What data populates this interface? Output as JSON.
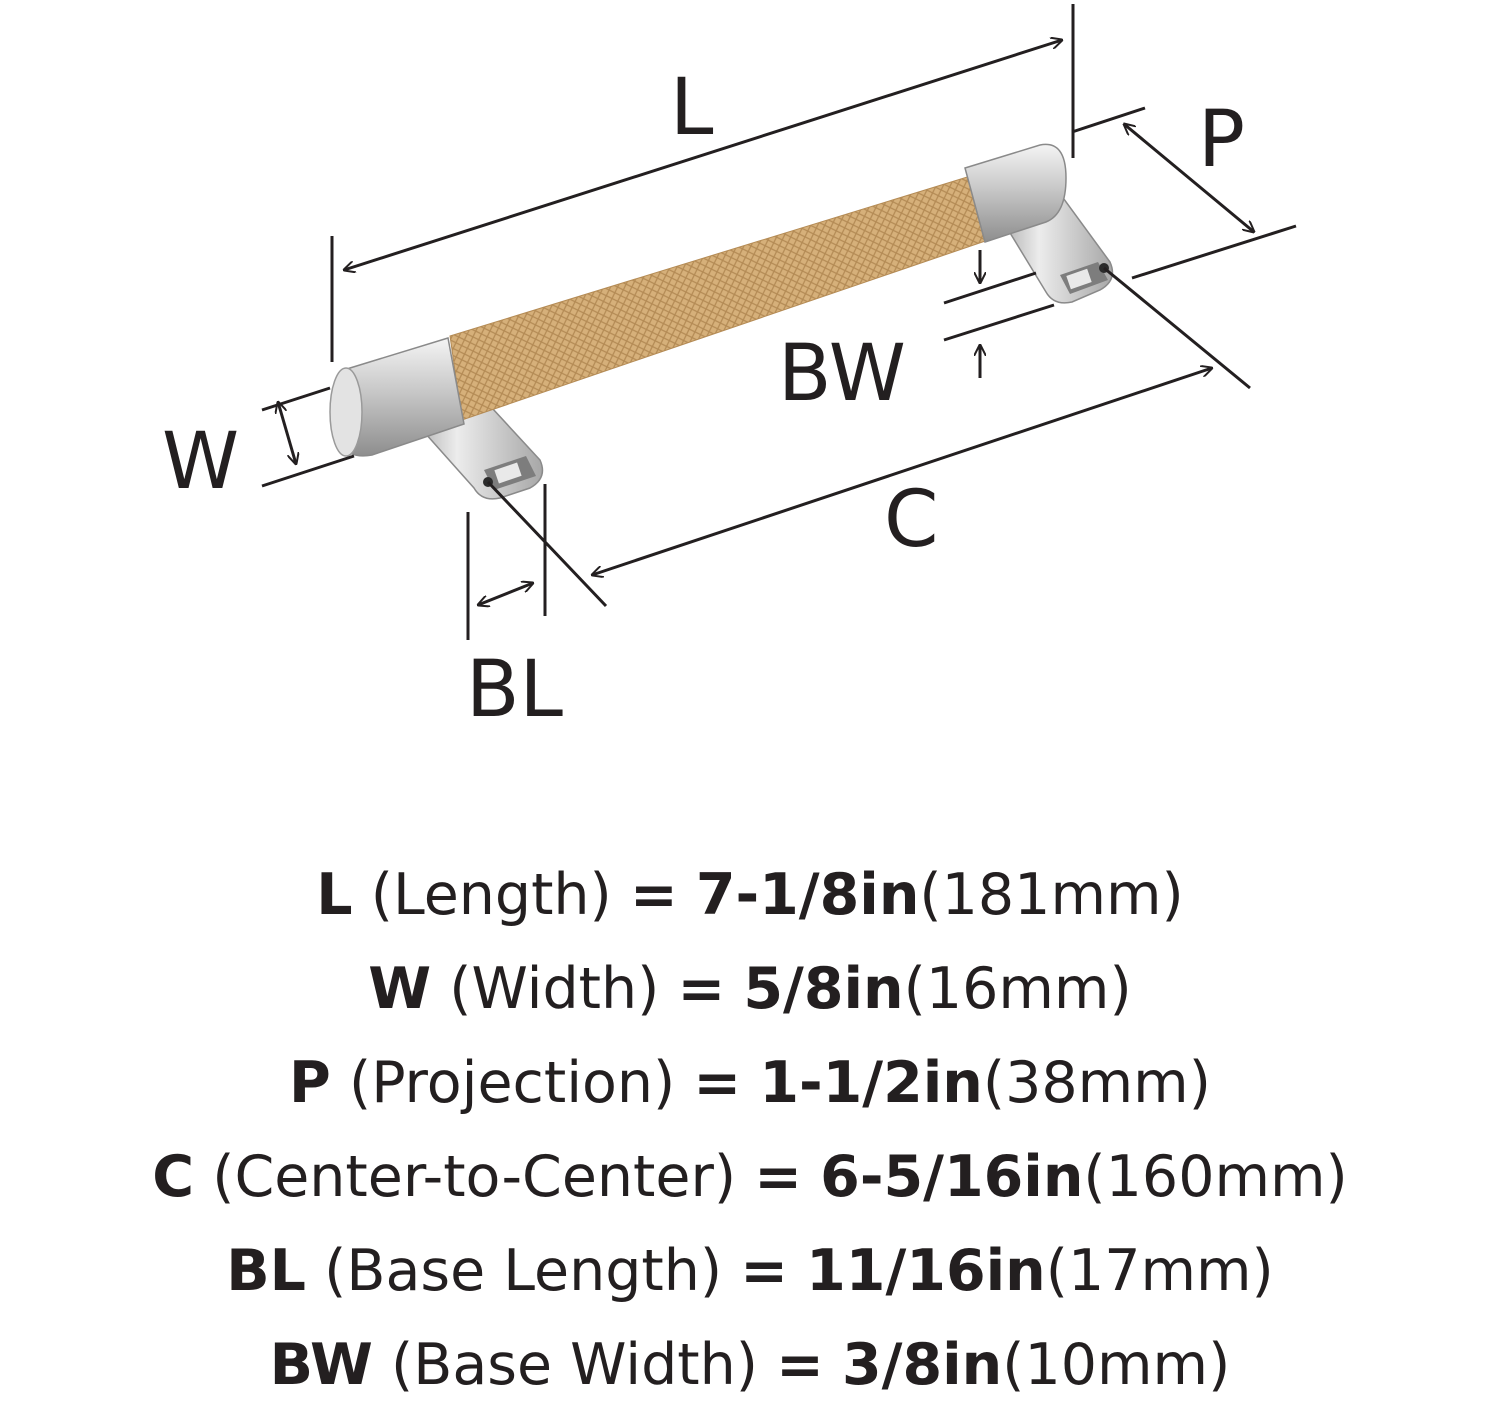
{
  "diagram": {
    "labels": {
      "L": "L",
      "P": "P",
      "W": "W",
      "BW": "BW",
      "C": "C",
      "BL": "BL"
    }
  },
  "specs": [
    {
      "code": "L",
      "name": "(Length)",
      "eq": "=",
      "inch": "7-1/8in",
      "mm": "(181mm)"
    },
    {
      "code": "W",
      "name": "(Width)",
      "eq": "=",
      "inch": "5/8in",
      "mm": "(16mm)"
    },
    {
      "code": "P",
      "name": "(Projection)",
      "eq": "=",
      "inch": "1-1/2in",
      "mm": "(38mm)"
    },
    {
      "code": "C",
      "name": "(Center-to-Center)",
      "eq": "=",
      "inch": "6-5/16in",
      "mm": "(160mm)"
    },
    {
      "code": "BL",
      "name": "(Base Length)",
      "eq": "=",
      "inch": "11/16in",
      "mm": "(17mm)"
    },
    {
      "code": "BW",
      "name": "(Base Width)",
      "eq": "=",
      "inch": "3/8in",
      "mm": "(10mm)"
    }
  ]
}
